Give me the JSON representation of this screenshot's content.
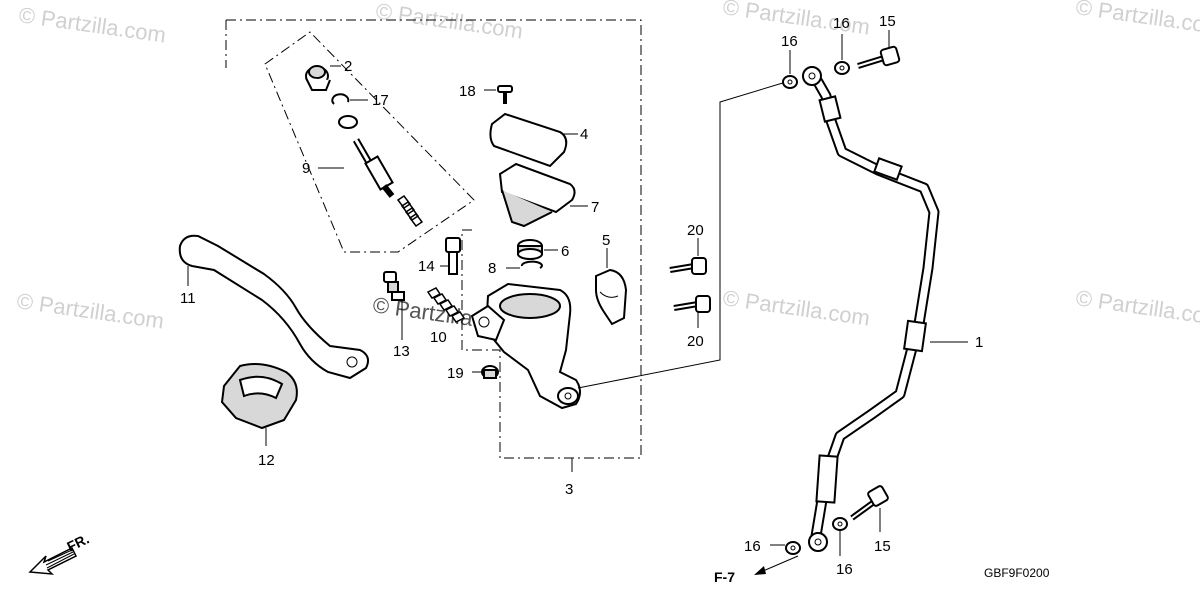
{
  "watermarks": [
    "© Partzilla.com",
    "© Partzilla.com",
    "© Partzilla.com",
    "© Partzilla.com",
    "© Partzilla.com",
    "© Partzilla.com",
    "© Partzilla.com",
    "© Partzilla.com"
  ],
  "callouts": {
    "c1": "1",
    "c2": "2",
    "c3": "3",
    "c4": "4",
    "c5": "5",
    "c6": "6",
    "c7": "7",
    "c8": "8",
    "c9": "9",
    "c10": "10",
    "c11": "11",
    "c12": "12",
    "c13": "13",
    "c14": "14",
    "c15a": "15",
    "c15b": "15",
    "c16a": "16",
    "c16b": "16",
    "c16c": "16",
    "c16d": "16",
    "c17": "17",
    "c18": "18",
    "c19": "19",
    "c20a": "20",
    "c20b": "20"
  },
  "forward_label": "FR.",
  "ref_label": "F-7",
  "diagram_code": "GBF9F0200"
}
